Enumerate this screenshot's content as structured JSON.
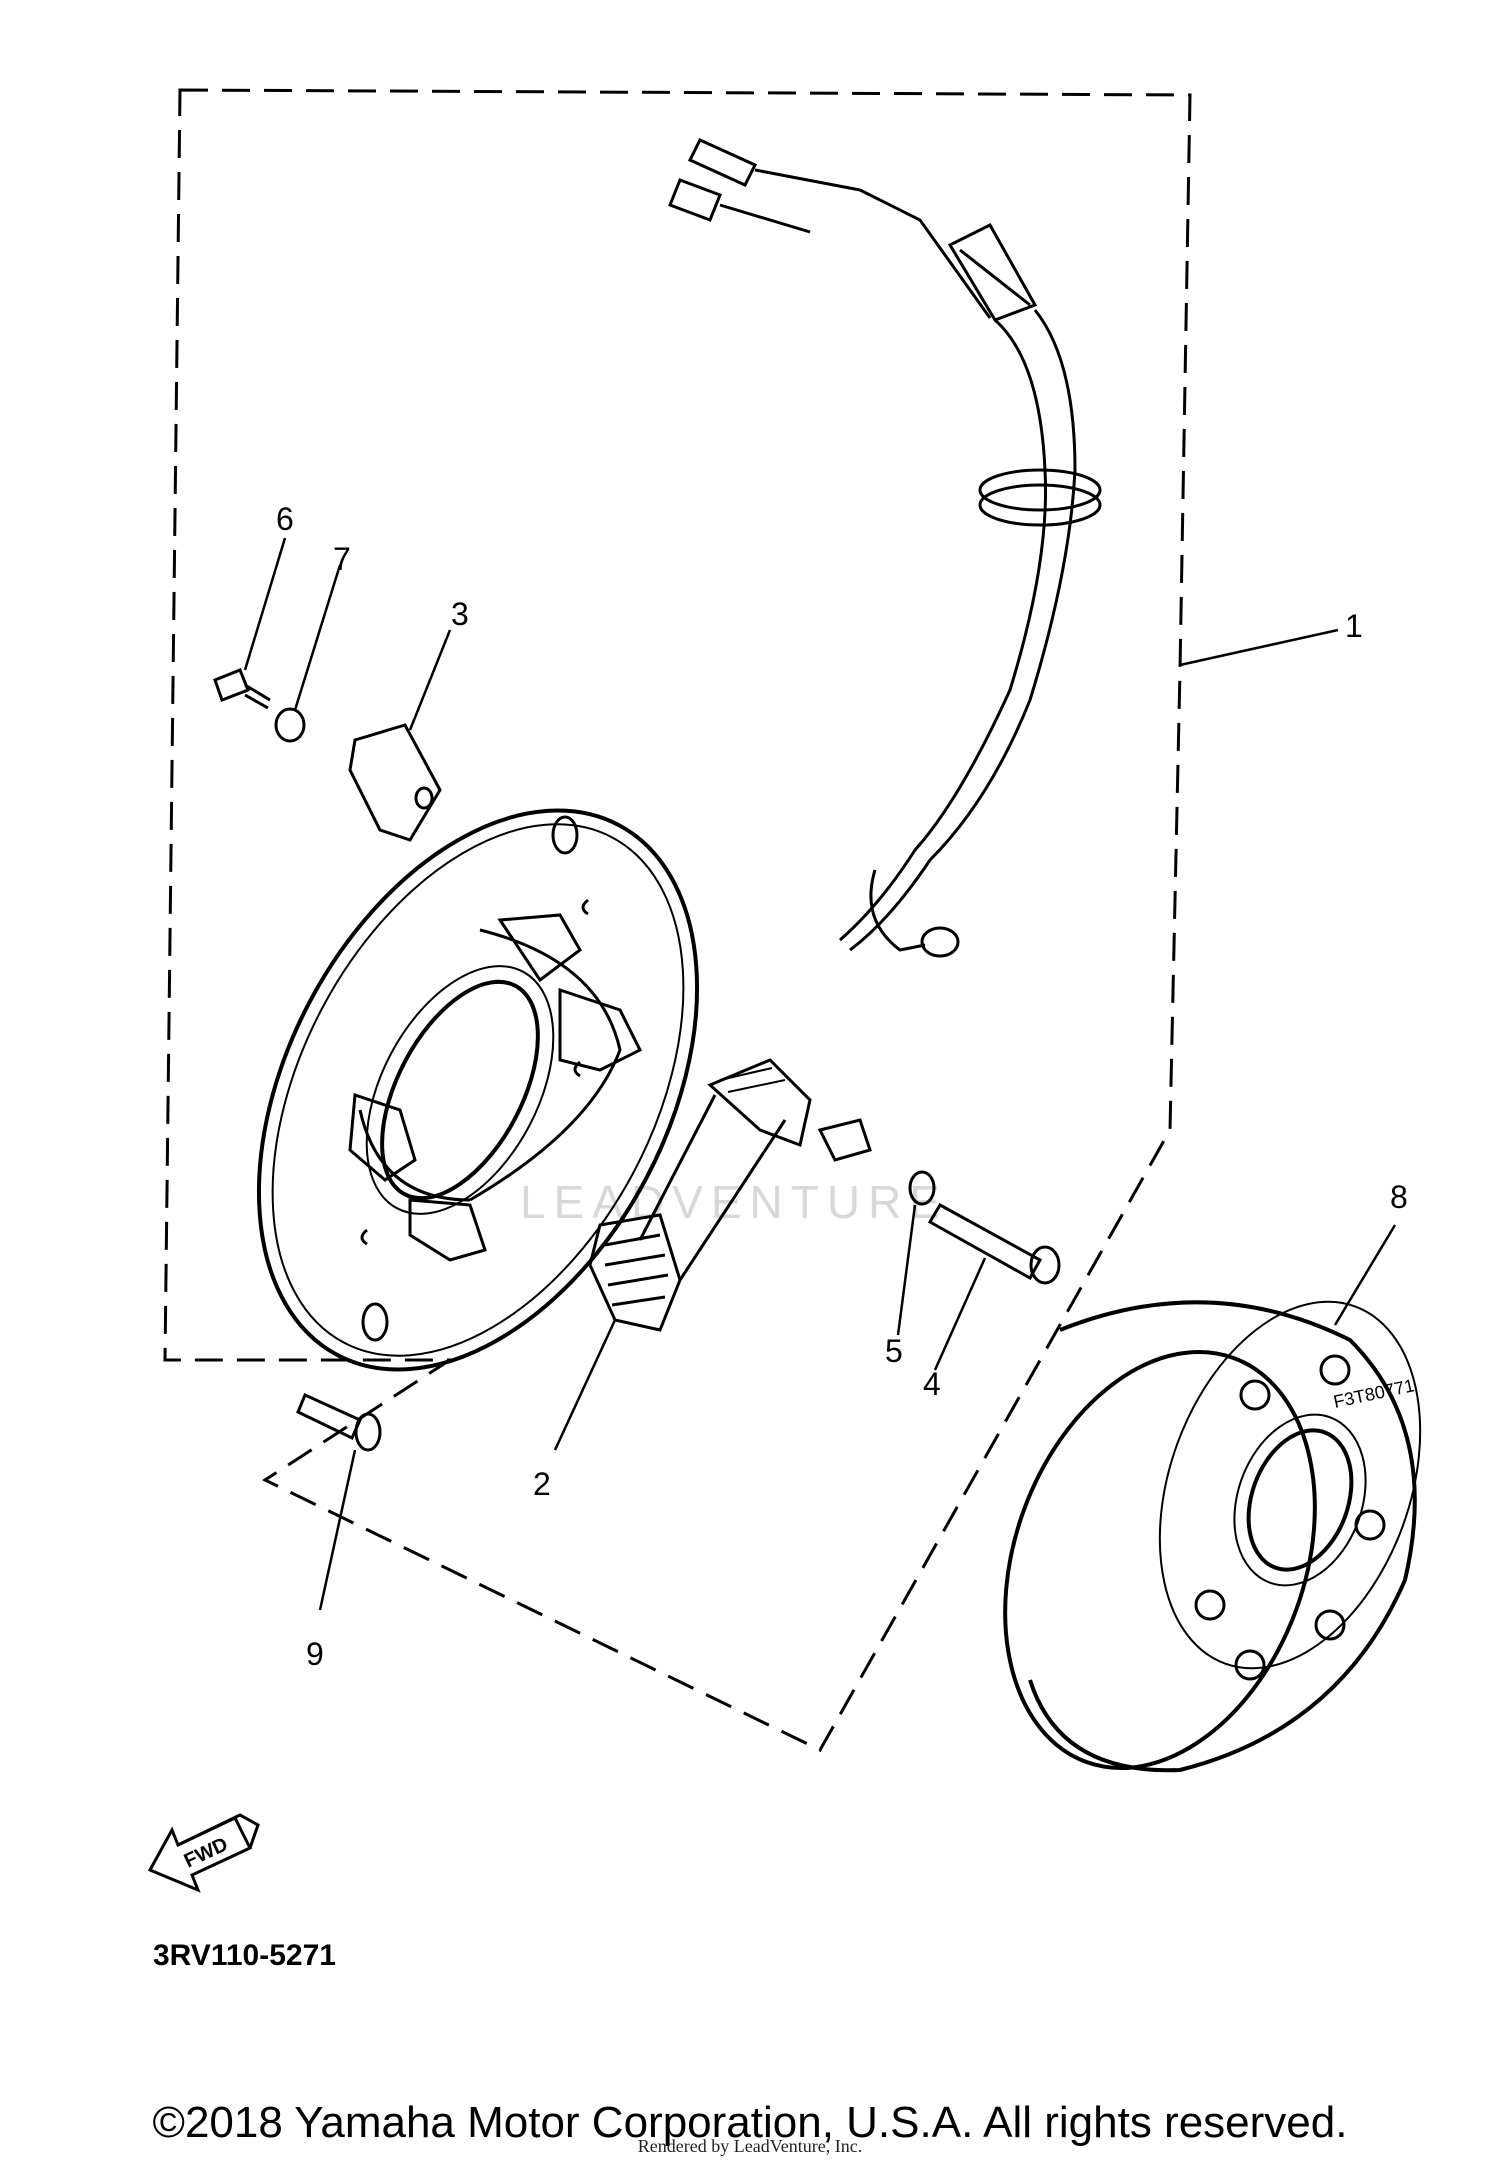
{
  "diagram": {
    "callouts": [
      "1",
      "2",
      "3",
      "4",
      "5",
      "6",
      "7",
      "8",
      "9"
    ],
    "part_code": "3RV110-5271",
    "fwd_label": "FWD",
    "rotor_stamp": "F3T80771",
    "watermark": "LEADVENTURE"
  },
  "footer": {
    "copyright": "©2018 Yamaha Motor Corporation, U.S.A. All rights reserved.",
    "rendered_by": "Rendered by LeadVenture, Inc."
  }
}
